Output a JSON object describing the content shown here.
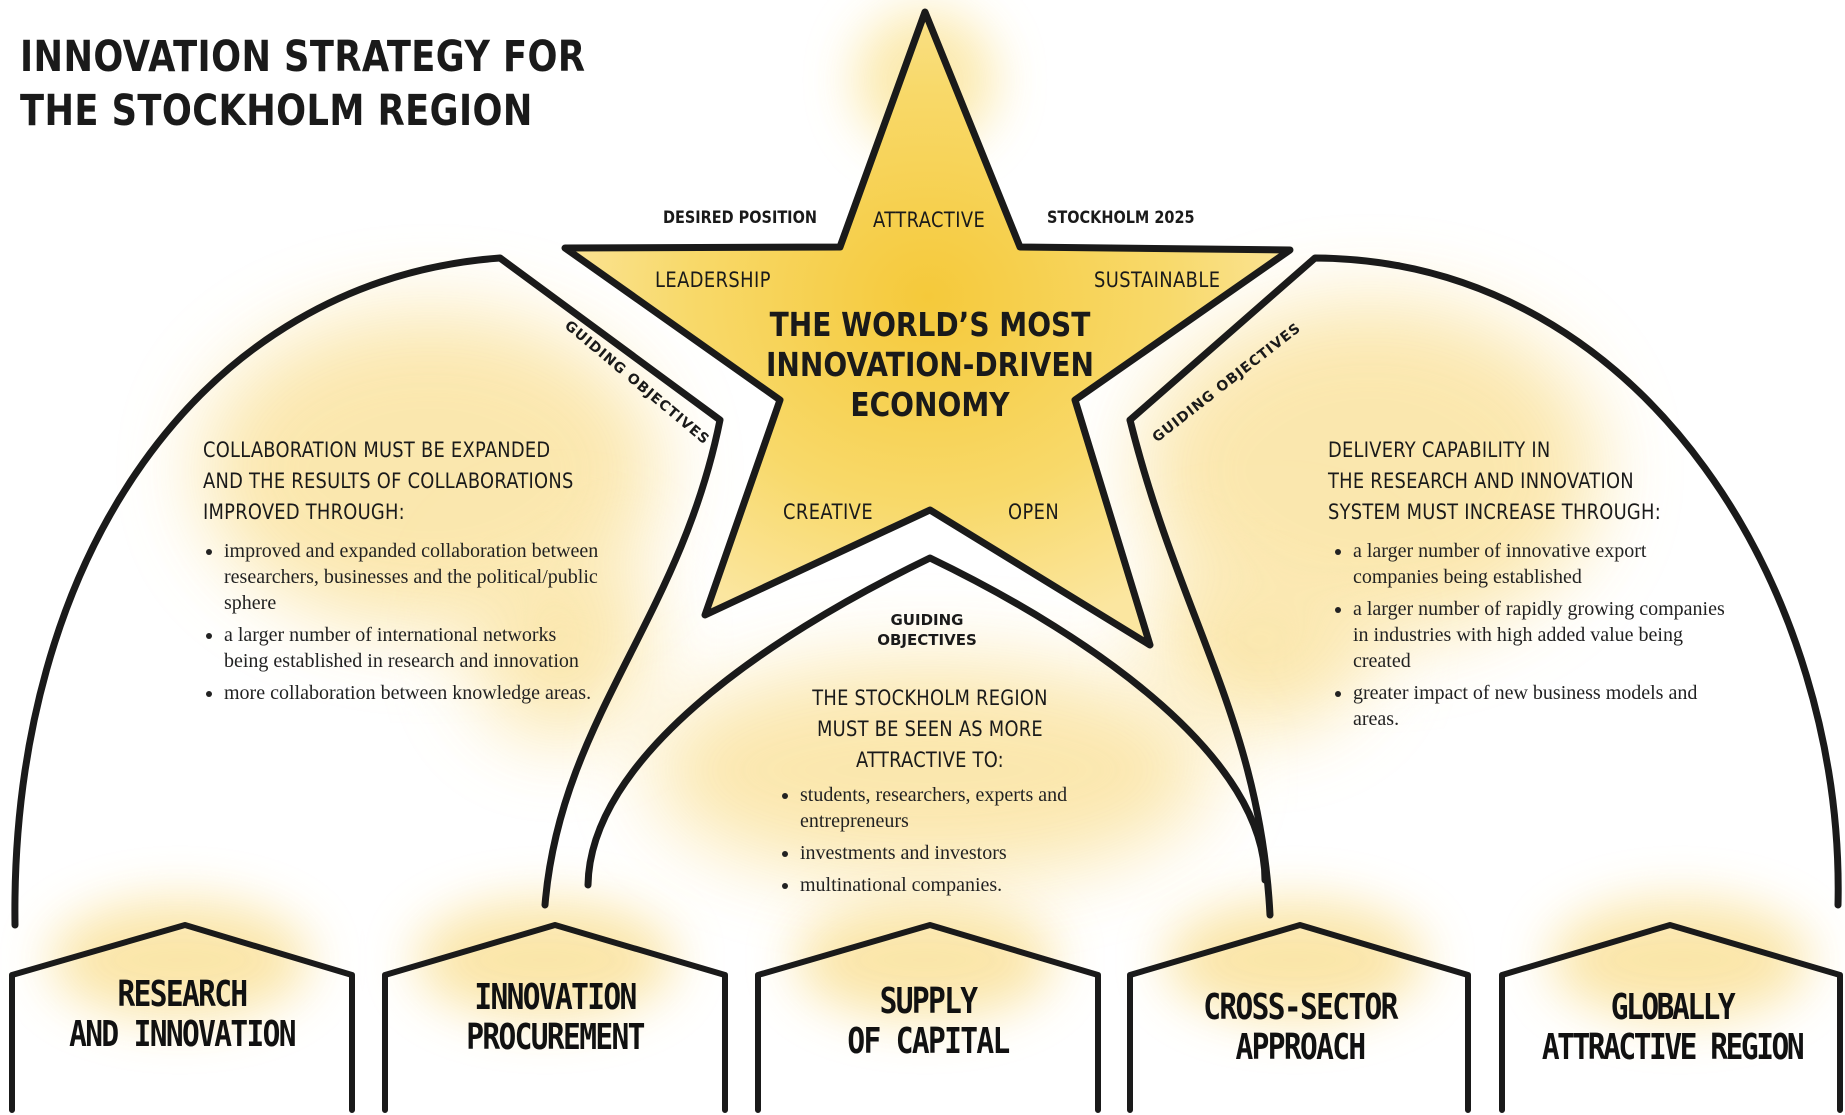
{
  "title": {
    "line1": "INNOVATION STRATEGY FOR",
    "line2": "THE STOCKHOLM REGION"
  },
  "star": {
    "label_left": "DESIRED POSITION",
    "label_right": "STOCKHOLM 2025",
    "words": {
      "attractive": "ATTRACTIVE",
      "leadership": "LEADERSHIP",
      "sustainable": "SUSTAINABLE",
      "creative": "CREATIVE",
      "open": "OPEN"
    },
    "center_title": [
      "THE WORLD’S MOST",
      "INNOVATION-DRIVEN",
      "ECONOMY"
    ]
  },
  "guiding_label": "GUIDING OBJECTIVES",
  "guiding_center": [
    "GUIDING",
    "OBJECTIVES"
  ],
  "left_arch": {
    "heading": [
      "COLLABORATION MUST BE EXPANDED",
      "AND THE RESULTS OF COLLABORATIONS",
      "IMPROVED THROUGH:"
    ],
    "bullets": [
      "improved and expanded collaboration between researchers, businesses and the political/public sphere",
      "a larger number of international networks being established in research and innovation",
      "more collaboration between knowledge areas."
    ]
  },
  "center_arch": {
    "heading": [
      "THE STOCKHOLM REGION",
      "MUST BE SEEN AS MORE",
      "ATTRACTIVE TO:"
    ],
    "bullets": [
      "students, researchers, experts and entrepreneurs",
      "investments and investors",
      "multinational companies."
    ]
  },
  "right_arch": {
    "heading": [
      "DELIVERY CAPABILITY IN",
      "THE RESEARCH AND INNOVATION",
      "SYSTEM MUST INCREASE THROUGH:"
    ],
    "bullets": [
      "a larger number of innovative export companies being established",
      "a larger number of rapidly growing companies in industries with high added value being created",
      "greater impact of new business models and areas."
    ]
  },
  "pillars": [
    {
      "line1": "RESEARCH",
      "line2": "AND INNOVATION"
    },
    {
      "line1": "INNOVATION",
      "line2": "PROCUREMENT"
    },
    {
      "line1": "SUPPLY",
      "line2": "OF CAPITAL"
    },
    {
      "line1": "CROSS-SECTOR",
      "line2": "APPROACH"
    },
    {
      "line1": "GLOBALLY",
      "line2": "ATTRACTIVE REGION"
    }
  ],
  "colors": {
    "ink": "#1a1a1a",
    "yellow": "#f7d868",
    "star_fill": "#f8d96a",
    "wash": "#fae7a3"
  }
}
